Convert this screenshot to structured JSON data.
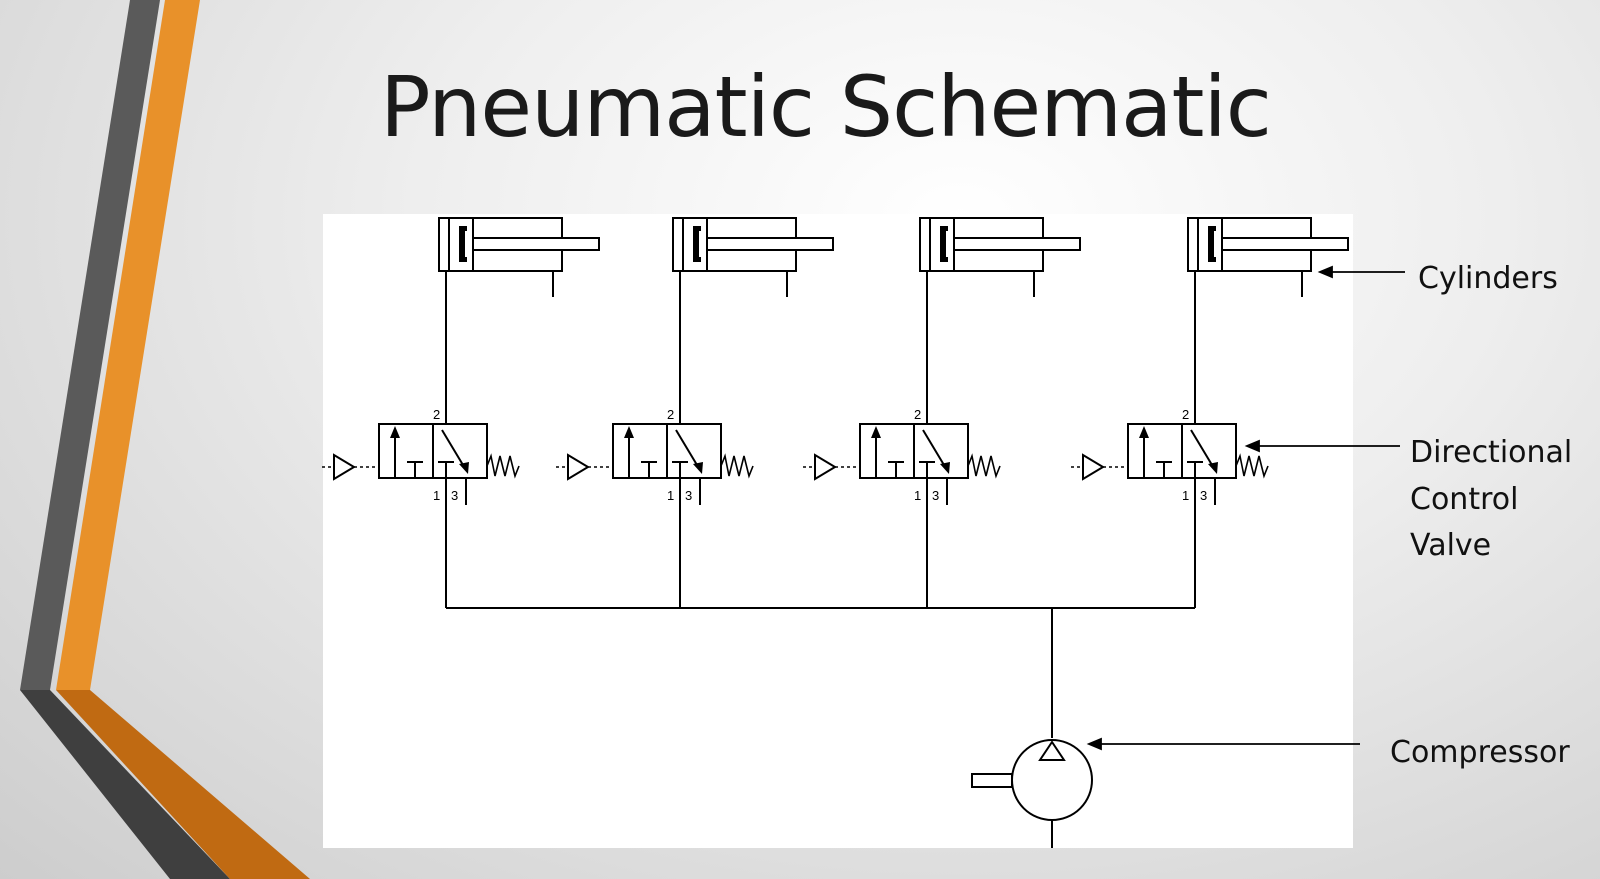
{
  "slide": {
    "title": "Pneumatic Schematic",
    "accent_orange": "#E8912A",
    "accent_dark": "#555555",
    "accent_burnt": "#C06A12"
  },
  "callouts": {
    "cylinders": "Cylinders",
    "valve_line1": "Directional",
    "valve_line2": "Control",
    "valve_line3": "Valve",
    "compressor": "Compressor"
  },
  "schematic": {
    "port_labels": [
      "2",
      "1",
      "3"
    ],
    "cylinder_count": 4,
    "valve_count": 4
  }
}
